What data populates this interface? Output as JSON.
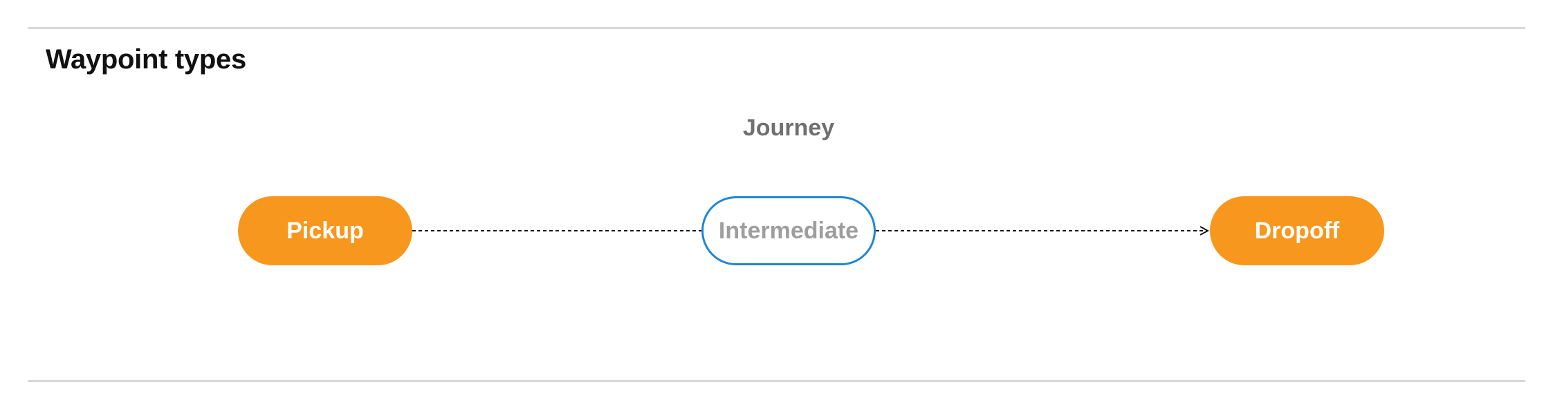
{
  "section": {
    "title": "Waypoint types"
  },
  "diagram": {
    "title": "Journey",
    "nodes": [
      {
        "id": "pickup",
        "label": "Pickup",
        "style": "filled",
        "color": "#f7971e"
      },
      {
        "id": "intermediate",
        "label": "Intermediate",
        "style": "outlined",
        "color": "#1f86d6"
      },
      {
        "id": "dropoff",
        "label": "Dropoff",
        "style": "filled",
        "color": "#f7971e"
      }
    ],
    "edges": [
      {
        "from": "pickup",
        "to": "intermediate",
        "line": "dashed",
        "arrow": false
      },
      {
        "from": "intermediate",
        "to": "dropoff",
        "line": "dashed",
        "arrow": true
      }
    ]
  }
}
